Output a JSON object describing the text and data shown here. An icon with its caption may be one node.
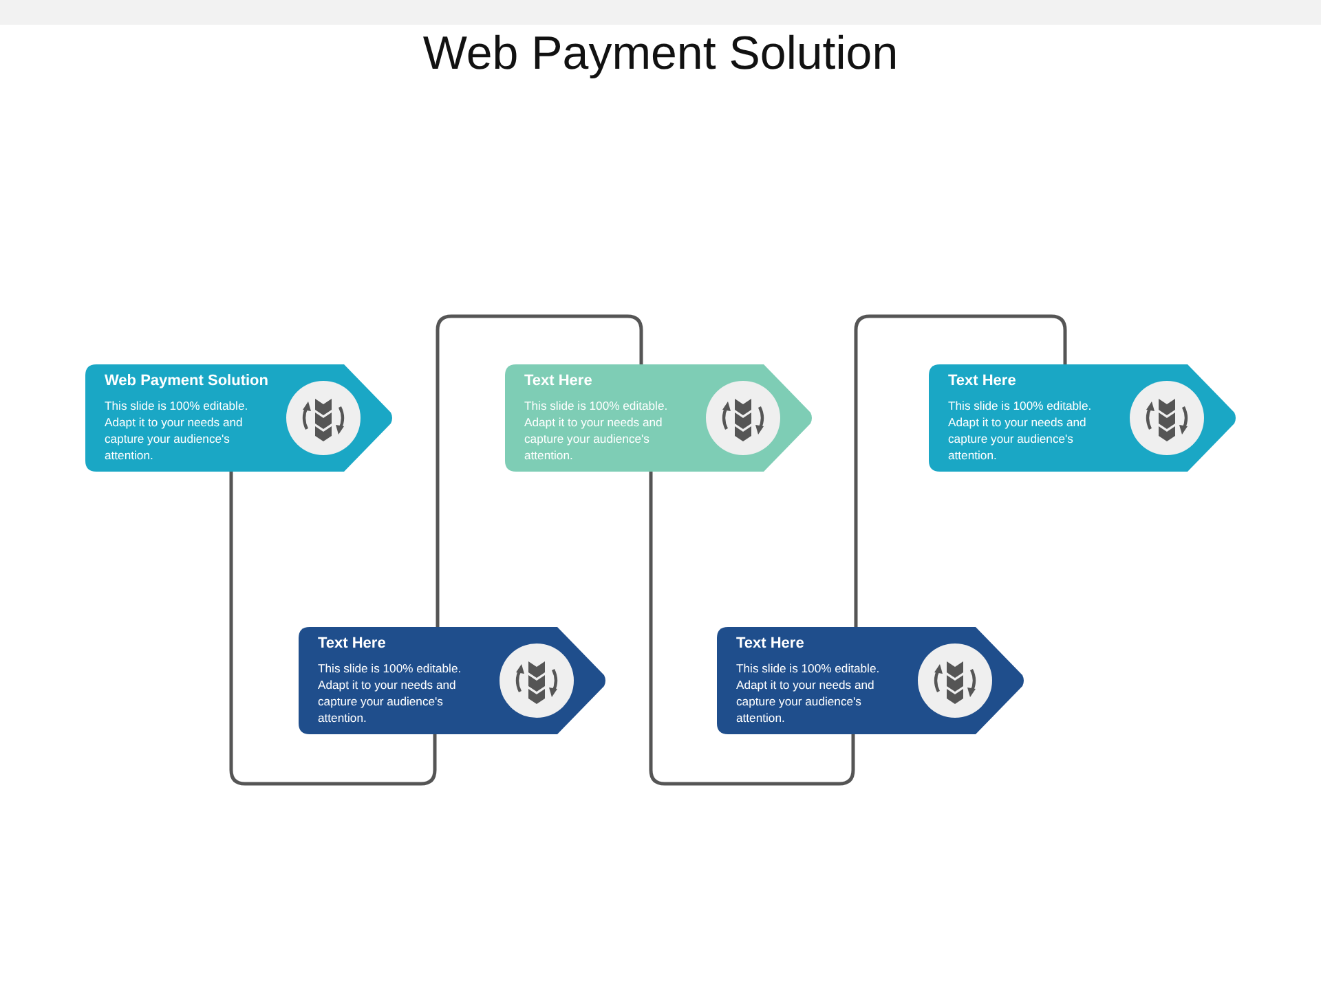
{
  "diagram": {
    "title": "Web Payment Solution",
    "nodes": [
      {
        "text": [
          "Web Payment Solution",
          "This slide is 100% editable. Adapt it to your needs and capture your audience's attention."
        ]
      },
      {
        "text": [
          "Text Here",
          "This slide is 100% editable. Adapt it to your needs and capture your audience's attention."
        ]
      },
      {
        "text": [
          "Text Here",
          "This slide is 100% editable. Adapt it to your needs and capture your audience's attention."
        ]
      },
      {
        "text": [
          "Text Here",
          "This slide is 100% editable. Adapt it to your needs and capture your audience's attention."
        ]
      },
      {
        "text": [
          "Text Here",
          "This slide is 100% editable. Adapt it to your needs and capture your audience's attention."
        ]
      }
    ],
    "edges": [
      {
        "from": 0,
        "to": 1,
        "arrow": "none"
      },
      {
        "from": 1,
        "to": 2,
        "arrow": "none"
      },
      {
        "from": 2,
        "to": 3,
        "arrow": "none"
      },
      {
        "from": 3,
        "to": 4,
        "arrow": "none"
      }
    ]
  }
}
